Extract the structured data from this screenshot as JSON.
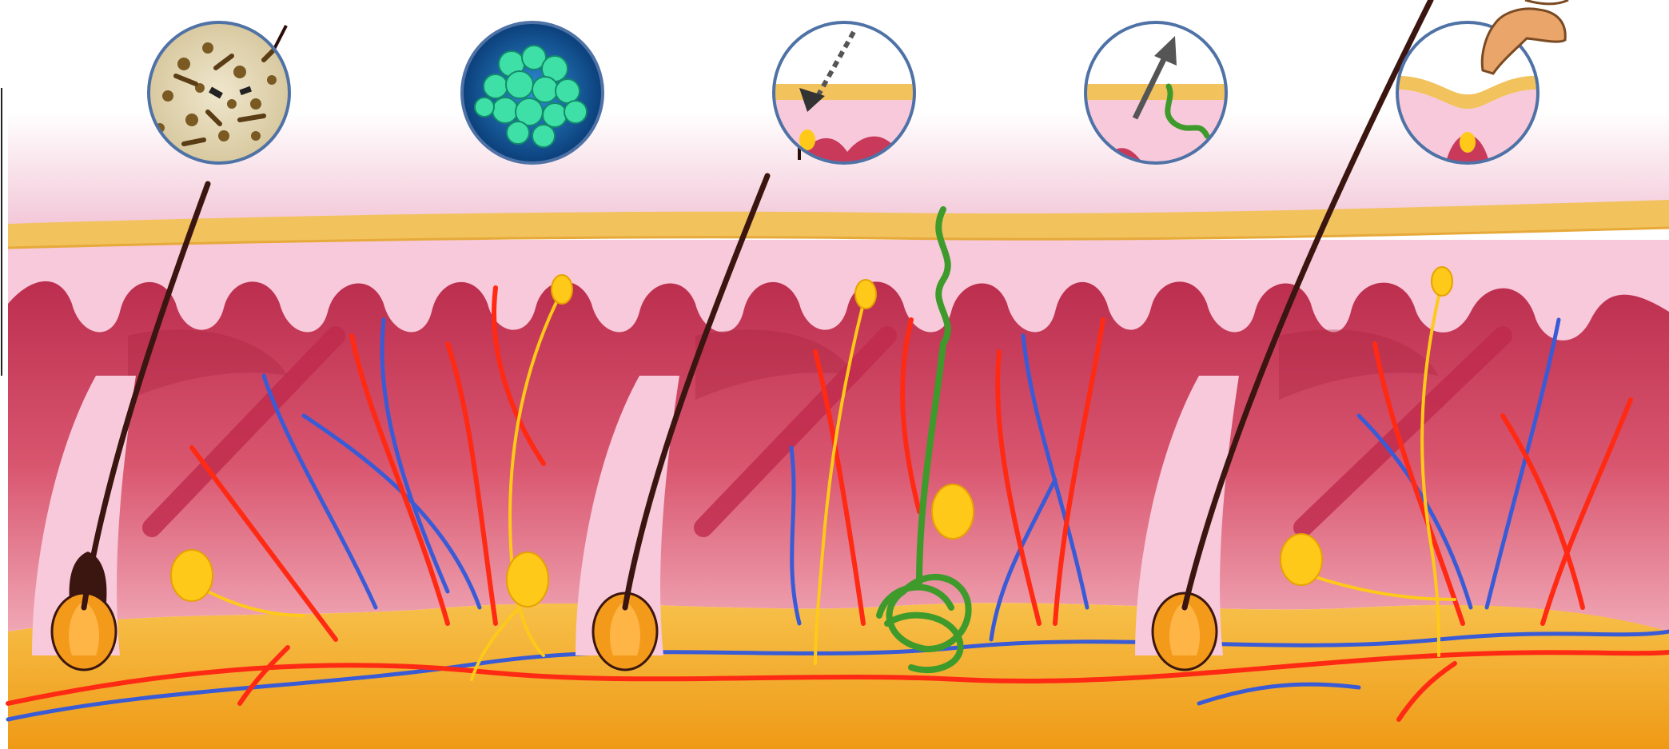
{
  "diagram": {
    "subject": "skin-cross-section",
    "colors": {
      "background": "#ffffff",
      "skin_glow": "#f3c8d8",
      "stratum_corneum": "#f2c25c",
      "epidermis": "#f7c9da",
      "epidermis_light": "#fbe1ea",
      "dermis": "#c9395a",
      "dermis_dark": "#a8223f",
      "subcutis": "#f2a021",
      "subcutis_light": "#f7c04a",
      "artery": "#ff2a14",
      "vein": "#3a5bd6",
      "nerve": "#ffc91a",
      "sweat_gland": "#3f9a2c",
      "hair": "#3b1510",
      "bulb": "#f39a1a",
      "pointer_line": "#2a0c08",
      "arrow": "#555555",
      "inset_rim": "#4f72a6"
    },
    "insets": [
      {
        "name": "bacteria-micrograph-inset",
        "icon": "rod-bacteria-icon"
      },
      {
        "name": "cocci-micrograph-inset",
        "icon": "cocci-cluster-icon"
      },
      {
        "name": "absorption-inset",
        "icon": "inward-arrow-icon"
      },
      {
        "name": "secretion-inset",
        "icon": "outward-arrow-icon"
      },
      {
        "name": "touch-inset",
        "icon": "pointing-finger-icon"
      }
    ],
    "structures": [
      "stratum-corneum",
      "epidermis",
      "dermis",
      "subcutaneous-fat",
      "hair-follicle",
      "sweat-gland",
      "nerve-ending",
      "artery",
      "vein"
    ]
  }
}
